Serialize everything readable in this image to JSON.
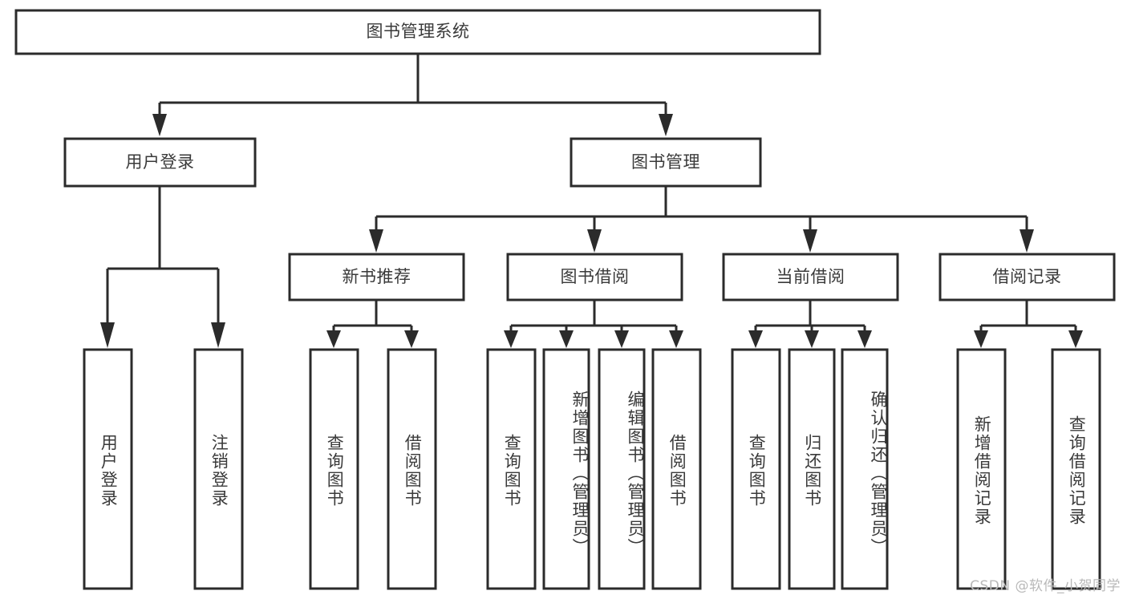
{
  "diagram": {
    "title_node": {
      "label": "图书管理系统"
    },
    "level2": [
      {
        "id": "user-login",
        "label": "用户登录"
      },
      {
        "id": "book-management",
        "label": "图书管理"
      }
    ],
    "level3": [
      {
        "id": "new-book-recommend",
        "label": "新书推荐"
      },
      {
        "id": "book-borrow",
        "label": "图书借阅"
      },
      {
        "id": "current-borrow",
        "label": "当前借阅"
      },
      {
        "id": "borrow-record",
        "label": "借阅记录"
      }
    ],
    "leaves": {
      "user-login": [
        {
          "id": "leaf-user-login",
          "label": "用户登录"
        },
        {
          "id": "leaf-logout",
          "label": "注销登录"
        }
      ],
      "new-book-recommend": [
        {
          "id": "leaf-query-book-1",
          "label": "查询图书"
        },
        {
          "id": "leaf-borrow-book-1",
          "label": "借阅图书"
        }
      ],
      "book-borrow": [
        {
          "id": "leaf-query-book-2",
          "label": "查询图书"
        },
        {
          "id": "leaf-add-book",
          "label": "新增图书（管理员）"
        },
        {
          "id": "leaf-edit-book",
          "label": "编辑图书（管理员）"
        },
        {
          "id": "leaf-borrow-book-2",
          "label": "借阅图书"
        }
      ],
      "current-borrow": [
        {
          "id": "leaf-query-book-3",
          "label": "查询图书"
        },
        {
          "id": "leaf-return-book",
          "label": "归还图书"
        },
        {
          "id": "leaf-confirm-return",
          "label": "确认归还（管理员）"
        }
      ],
      "borrow-record": [
        {
          "id": "leaf-add-record",
          "label": "新增借阅记录"
        },
        {
          "id": "leaf-query-record",
          "label": "查询借阅记录"
        }
      ]
    },
    "colors": {
      "stroke": "#2b2b2b",
      "box_fill": "#ffffff",
      "text": "#3a3a3a",
      "background": "#ffffff",
      "watermark": "#b9b9b9"
    }
  },
  "watermark": {
    "text": "CSDN @软件_小贺同学"
  }
}
